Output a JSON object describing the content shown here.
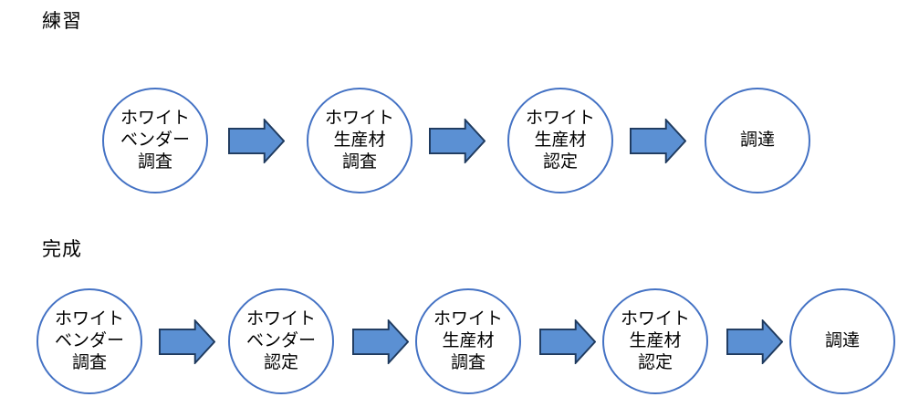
{
  "colors": {
    "circle_border": "#4472C4",
    "circle_fill": "#FFFFFF",
    "arrow_fill": "#5B90D3",
    "arrow_border": "#1F3A5E",
    "text": "#000000"
  },
  "rows": [
    {
      "label": "練習",
      "steps": [
        "ホワイト\nベンダー\n調査",
        "ホワイト\n生産材\n調査",
        "ホワイト\n生産材\n認定",
        "調達"
      ]
    },
    {
      "label": "完成",
      "steps": [
        "ホワイト\nベンダー\n調査",
        "ホワイト\nベンダー\n認定",
        "ホワイト\n生産材\n調査",
        "ホワイト\n生産材\n認定",
        "調達"
      ]
    }
  ]
}
